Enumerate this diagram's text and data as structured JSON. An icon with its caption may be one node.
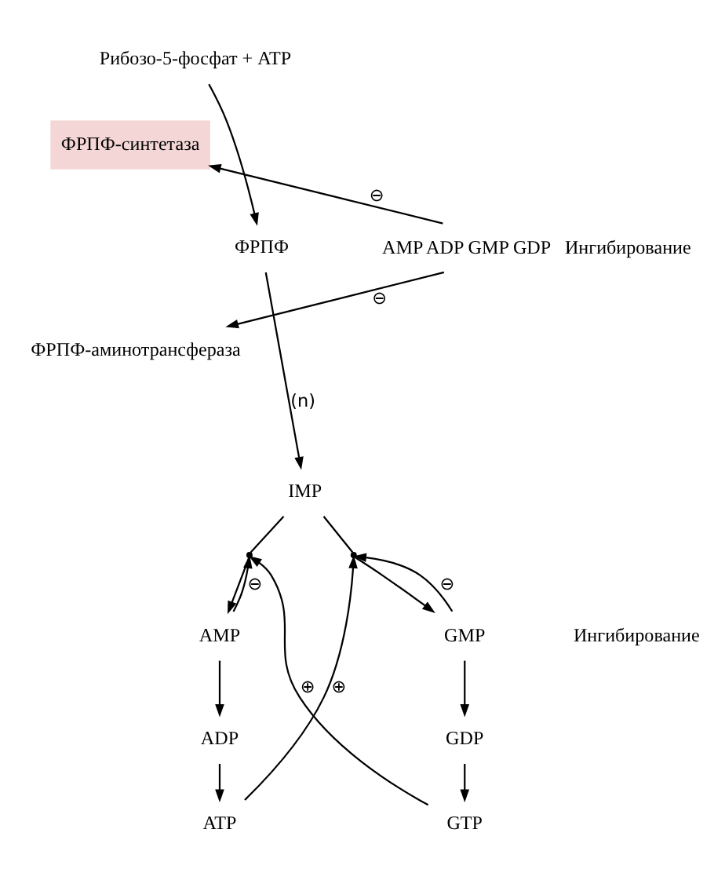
{
  "diagram": {
    "nodes": [
      {
        "text": [
          "Рибозо-5-фосфат + ATP"
        ]
      },
      {
        "text": [
          "ФРПФ-синтетаза"
        ]
      },
      {
        "text": [
          "ФРПФ"
        ]
      },
      {
        "text": [
          "AMP ADP GMP GDP"
        ],
        "beside": [
          "Ингибирование"
        ]
      },
      {
        "text": [
          "ФРПФ-аминотрансфераза"
        ]
      },
      {
        "text": [
          "IMP"
        ]
      },
      {
        "text": [
          "AMP"
        ]
      },
      {
        "text": [
          "ADP"
        ]
      },
      {
        "text": [
          "ATP"
        ]
      },
      {
        "text": [
          "GMP"
        ]
      },
      {
        "text": [
          "GDP"
        ]
      },
      {
        "text": [
          "GTP"
        ]
      },
      {
        "text": [],
        "shape": "point"
      },
      {
        "text": [],
        "shape": "point"
      }
    ],
    "edges": [
      {
        "from": 0,
        "to": 2,
        "arrow": "to"
      },
      {
        "from": 3,
        "to": 1,
        "arrow": "to",
        "label": "⊖"
      },
      {
        "from": 3,
        "to": 4,
        "arrow": "to",
        "label": "⊖"
      },
      {
        "from": 2,
        "to": 5,
        "arrow": "to",
        "label": "(n)"
      },
      {
        "from": 5,
        "to": 12,
        "arrow": "none"
      },
      {
        "from": 12,
        "to": 6,
        "arrow": "to"
      },
      {
        "from": 5,
        "to": 13,
        "arrow": "none"
      },
      {
        "from": 13,
        "to": 9,
        "arrow": "to"
      },
      {
        "from": 6,
        "to": 7,
        "arrow": "to"
      },
      {
        "from": 7,
        "to": 8,
        "arrow": "to"
      },
      {
        "from": 9,
        "to": 10,
        "arrow": "to"
      },
      {
        "from": 10,
        "to": 11,
        "arrow": "to"
      },
      {
        "from": 6,
        "to": 12,
        "arrow": "to",
        "label": "⊖"
      },
      {
        "from": 9,
        "to": 13,
        "arrow": "to",
        "label": "⊖"
      },
      {
        "from": 8,
        "to": 13,
        "arrow": "to",
        "label": "⊕"
      },
      {
        "from": 11,
        "to": 12,
        "arrow": "to",
        "label": "⊕"
      }
    ],
    "labels": [
      "Ингибирование"
    ]
  }
}
